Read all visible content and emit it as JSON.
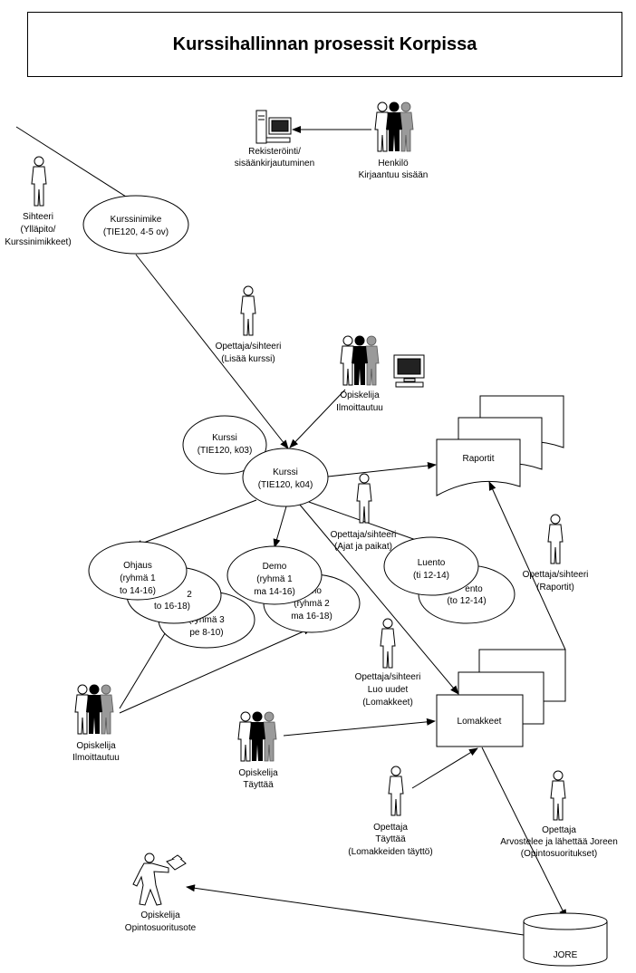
{
  "title": "Kurssihallinnan prosessit Korpissa",
  "nodes": {
    "kurssinimike": [
      "Kurssinimike",
      "(TIE120, 4-5 ov)"
    ],
    "kurssi_k03": [
      "Kurssi",
      "(TIE120, k03)"
    ],
    "kurssi_k04": [
      "Kurssi",
      "(TIE120, k04)"
    ],
    "raportit": "Raportit",
    "ohjaus1": [
      "Ohjaus",
      "(ryhmä 1",
      "to 14-16)"
    ],
    "ohjaus2": [
      "2",
      "to 16-18)"
    ],
    "ohjaus3": [
      "s",
      "(ryhmä 3",
      "pe 8-10)"
    ],
    "demo1": [
      "Demo",
      "(ryhmä 1",
      "ma 14-16)"
    ],
    "demo2": [
      "mo",
      "(ryhmä 2",
      "ma 16-18)"
    ],
    "luento1": [
      "Luento",
      "(ti 12-14)"
    ],
    "luento2": [
      "ento",
      "(to 12-14)"
    ],
    "lomakkeet": "Lomakkeet",
    "jore": "JORE"
  },
  "actors": {
    "rekisterointi": [
      "Rekisteröinti/",
      "sisäänkirjautuminen"
    ],
    "henkilo": [
      "Henkilö",
      "Kirjaantuu sisään"
    ],
    "sihteeri": [
      "Sihteeri",
      "(Ylläpito/",
      "Kurssinimikkeet)"
    ],
    "opettaja_lisaa": [
      "Opettaja/sihteeri",
      "(Lisää kurssi)"
    ],
    "opiskelija_top": [
      "Opiskelija",
      "Ilmoittautuu"
    ],
    "opettaja_ajat": [
      "Opettaja/sihteeri",
      "(Ajat ja paikat)"
    ],
    "opettaja_raportit": [
      "Opettaja/sihteeri",
      "(Raportit)"
    ],
    "opettaja_luo": [
      "Opettaja/sihteeri",
      "Luo uudet",
      "(Lomakkeet)"
    ],
    "opiskelija_left": [
      "Opiskelija",
      "Ilmoittautuu"
    ],
    "opiskelija_tayttaa": [
      "Opiskelija",
      "Täyttää"
    ],
    "opettaja_tayttaa": [
      "Opettaja",
      "Täyttää",
      "(Lomakkeiden täyttö)"
    ],
    "opettaja_arvostelee": [
      "Opettaja",
      "Arvostelee ja lähettää Joreen",
      "(Opintosuoritukset)"
    ],
    "opiskelija_ote": [
      "Opiskelija",
      "Opintosuoritusote"
    ]
  }
}
